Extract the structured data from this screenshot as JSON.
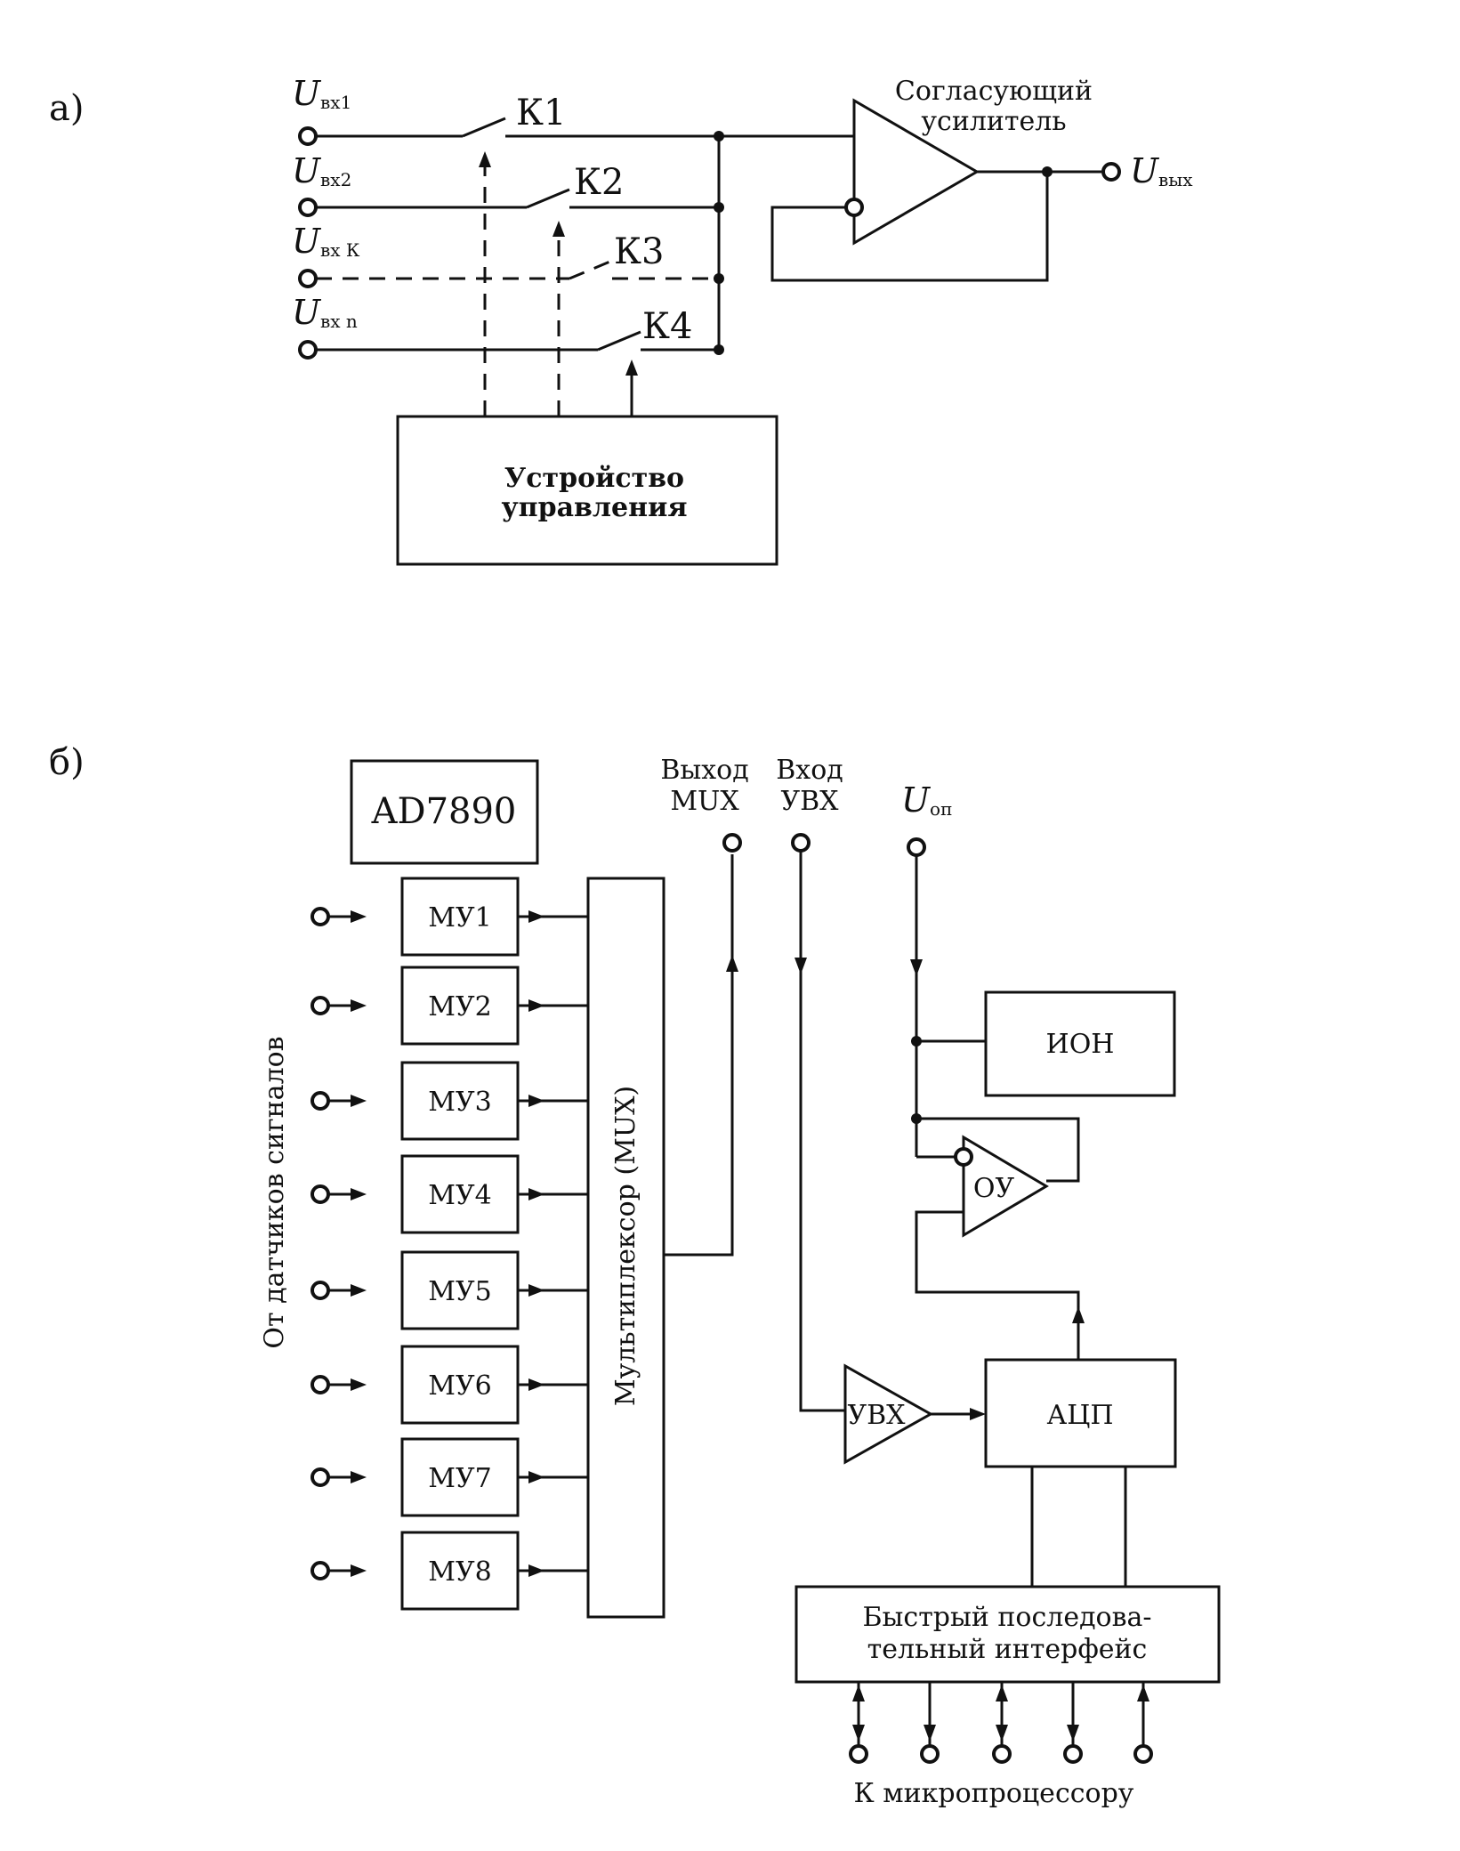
{
  "part_a": {
    "label": "а)",
    "inputs": [
      {
        "symbol": "U",
        "sub": "вх1"
      },
      {
        "symbol": "U",
        "sub": "вх2"
      },
      {
        "symbol": "U",
        "sub": "вх К"
      },
      {
        "symbol": "U",
        "sub": "вх n"
      }
    ],
    "switches": [
      "К1",
      "К2",
      "К3",
      "К4"
    ],
    "amplifier_label_line1": "Согласующий",
    "amplifier_label_line2": "усилитель",
    "output": {
      "symbol": "U",
      "sub": "вых"
    },
    "control_line1": "Устройство",
    "control_line2": "управления"
  },
  "part_b": {
    "label": "б)",
    "chip": "AD7890",
    "side_label": "От датчиков сигналов",
    "mu_blocks": [
      "МУ1",
      "МУ2",
      "МУ3",
      "МУ4",
      "МУ5",
      "МУ6",
      "МУ7",
      "МУ8"
    ],
    "mux_label": "Мультиплексор (MUX)",
    "mux_out_line1": "Выход",
    "mux_out_line2": "MUX",
    "shx_in_line1": "Вход",
    "shx_in_line2": "УВХ",
    "ref": {
      "symbol": "U",
      "sub": "оп"
    },
    "ion": "ИОН",
    "opamp": "ОУ",
    "shx": "УВХ",
    "adc": "АЦП",
    "interface_line1": "Быстрый последова-",
    "interface_line2": "тельный интерфейс",
    "bottom_label": "К микропроцессору"
  }
}
